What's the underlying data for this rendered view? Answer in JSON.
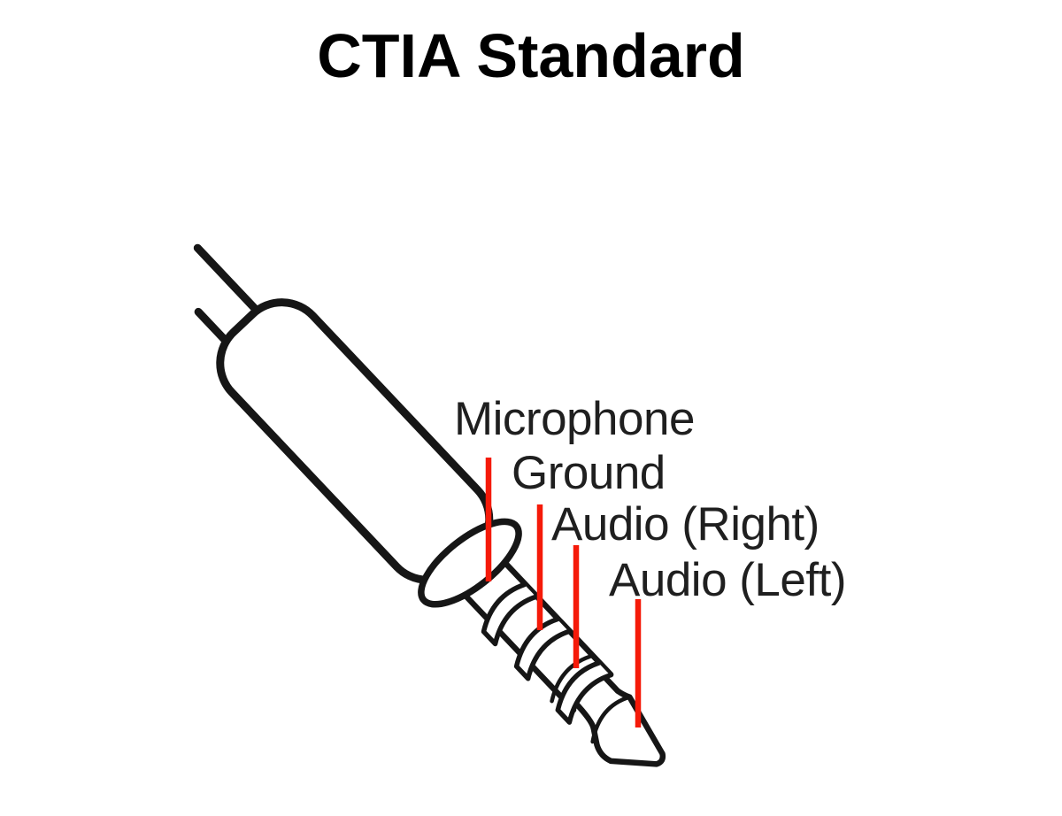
{
  "title": "CTIA Standard",
  "diagram": {
    "subject": "3.5mm TRRS headphone plug pinout",
    "labels": [
      {
        "id": "microphone",
        "text": "Microphone"
      },
      {
        "id": "ground",
        "text": "Ground"
      },
      {
        "id": "audio-right",
        "text": "Audio (Right)"
      },
      {
        "id": "audio-left",
        "text": "Audio (Left)"
      }
    ],
    "colors": {
      "outline": "#161616",
      "pointer_line": "#f51a09",
      "label_text": "#1f1f1f",
      "title_text": "#000000",
      "background": "#ffffff"
    }
  }
}
